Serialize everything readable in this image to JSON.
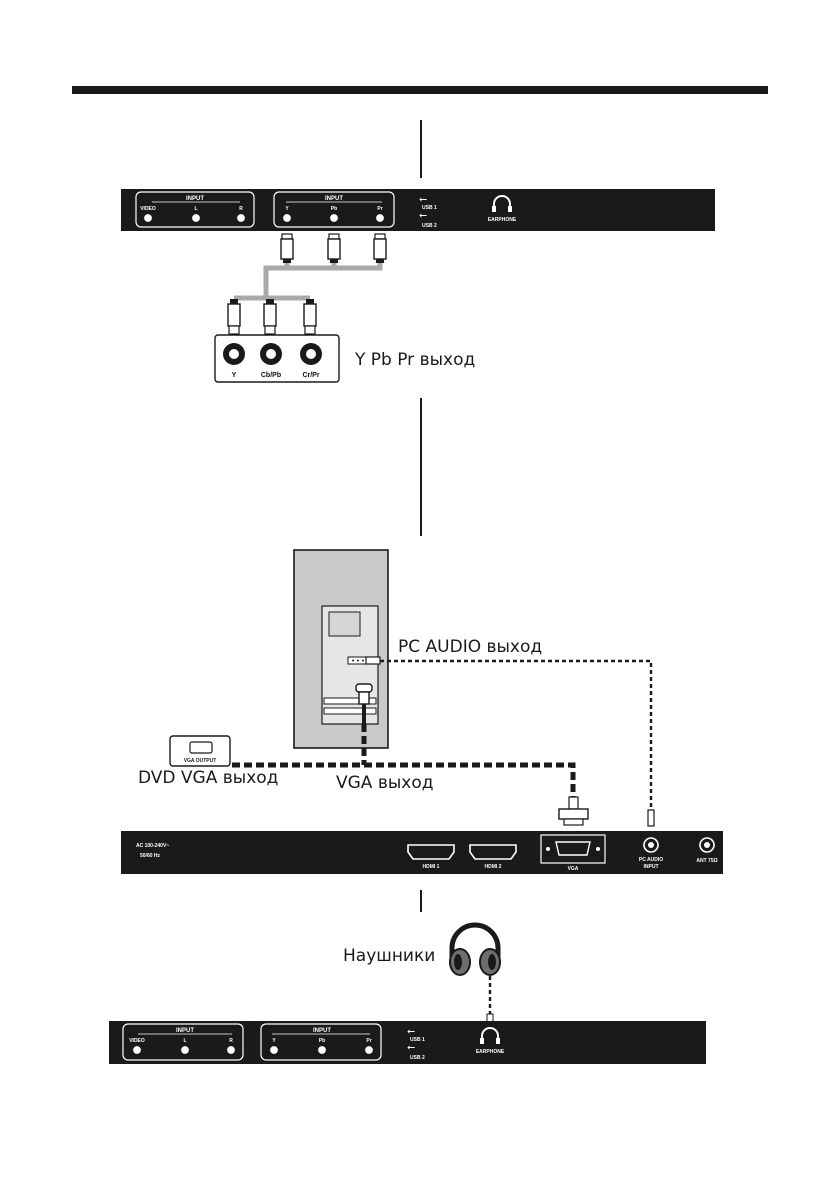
{
  "panel_top": {
    "input_group_1": {
      "title": "INPUT",
      "jacks": [
        "VIDEO",
        "L",
        "R"
      ]
    },
    "input_group_2": {
      "title": "INPUT",
      "jacks": [
        "Y",
        "Pb",
        "Pr"
      ]
    },
    "usb": [
      "USB 1",
      "USB 2"
    ],
    "earphone": "EARPHONE"
  },
  "component_device": {
    "jacks": [
      "Y",
      "Cb/Pb",
      "Cr/Pr"
    ]
  },
  "labels": {
    "ypbpr_out": "Y Pb Pr выход",
    "pc_audio_out": "PC AUDIO выход",
    "dvd_vga_out": "DVD VGA выход",
    "vga_out": "VGA выход",
    "headphones": "Наушники"
  },
  "dvd_box": {
    "port_label": "VGA OUTPUT"
  },
  "panel_middle": {
    "power_line1": "AC 100-240V~",
    "power_line2": "50/60 Hz",
    "ports": [
      "HDMI 1",
      "HDMI 2",
      "VGA",
      "PC AUDIO",
      "INPUT",
      "ANT 75Ω"
    ]
  },
  "panel_bottom": {
    "input_group_1": {
      "title": "INPUT",
      "jacks": [
        "VIDEO",
        "L",
        "R"
      ]
    },
    "input_group_2": {
      "title": "INPUT",
      "jacks": [
        "Y",
        "Pb",
        "Pr"
      ]
    },
    "usb": [
      "USB 1",
      "USB 2"
    ],
    "earphone": "EARPHONE"
  }
}
